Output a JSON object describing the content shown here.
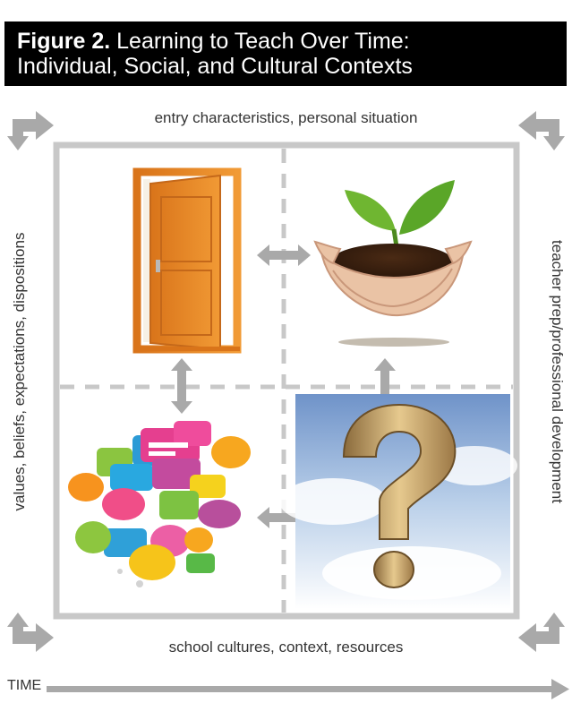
{
  "header": {
    "figure_label": "Figure 2.",
    "title_line1": "Learning to Teach Over Time:",
    "title_line2": "Individual, Social, and Cultural Contexts"
  },
  "sides": {
    "top": "entry characteristics, personal situation",
    "bottom": "school cultures, context, resources",
    "left": "values, beliefs, expectations, dispositions",
    "right": "teacher prep/professional development"
  },
  "time_label": "TIME",
  "colors": {
    "header_bg": "#000000",
    "arrow_gray": "#a9a9a9",
    "frame_gray": "#c8c8c8",
    "door_orange": "#e8891f"
  },
  "quadrants": [
    "open-door",
    "seedling-in-hands",
    "speech-bubbles",
    "question-mark-sky"
  ]
}
